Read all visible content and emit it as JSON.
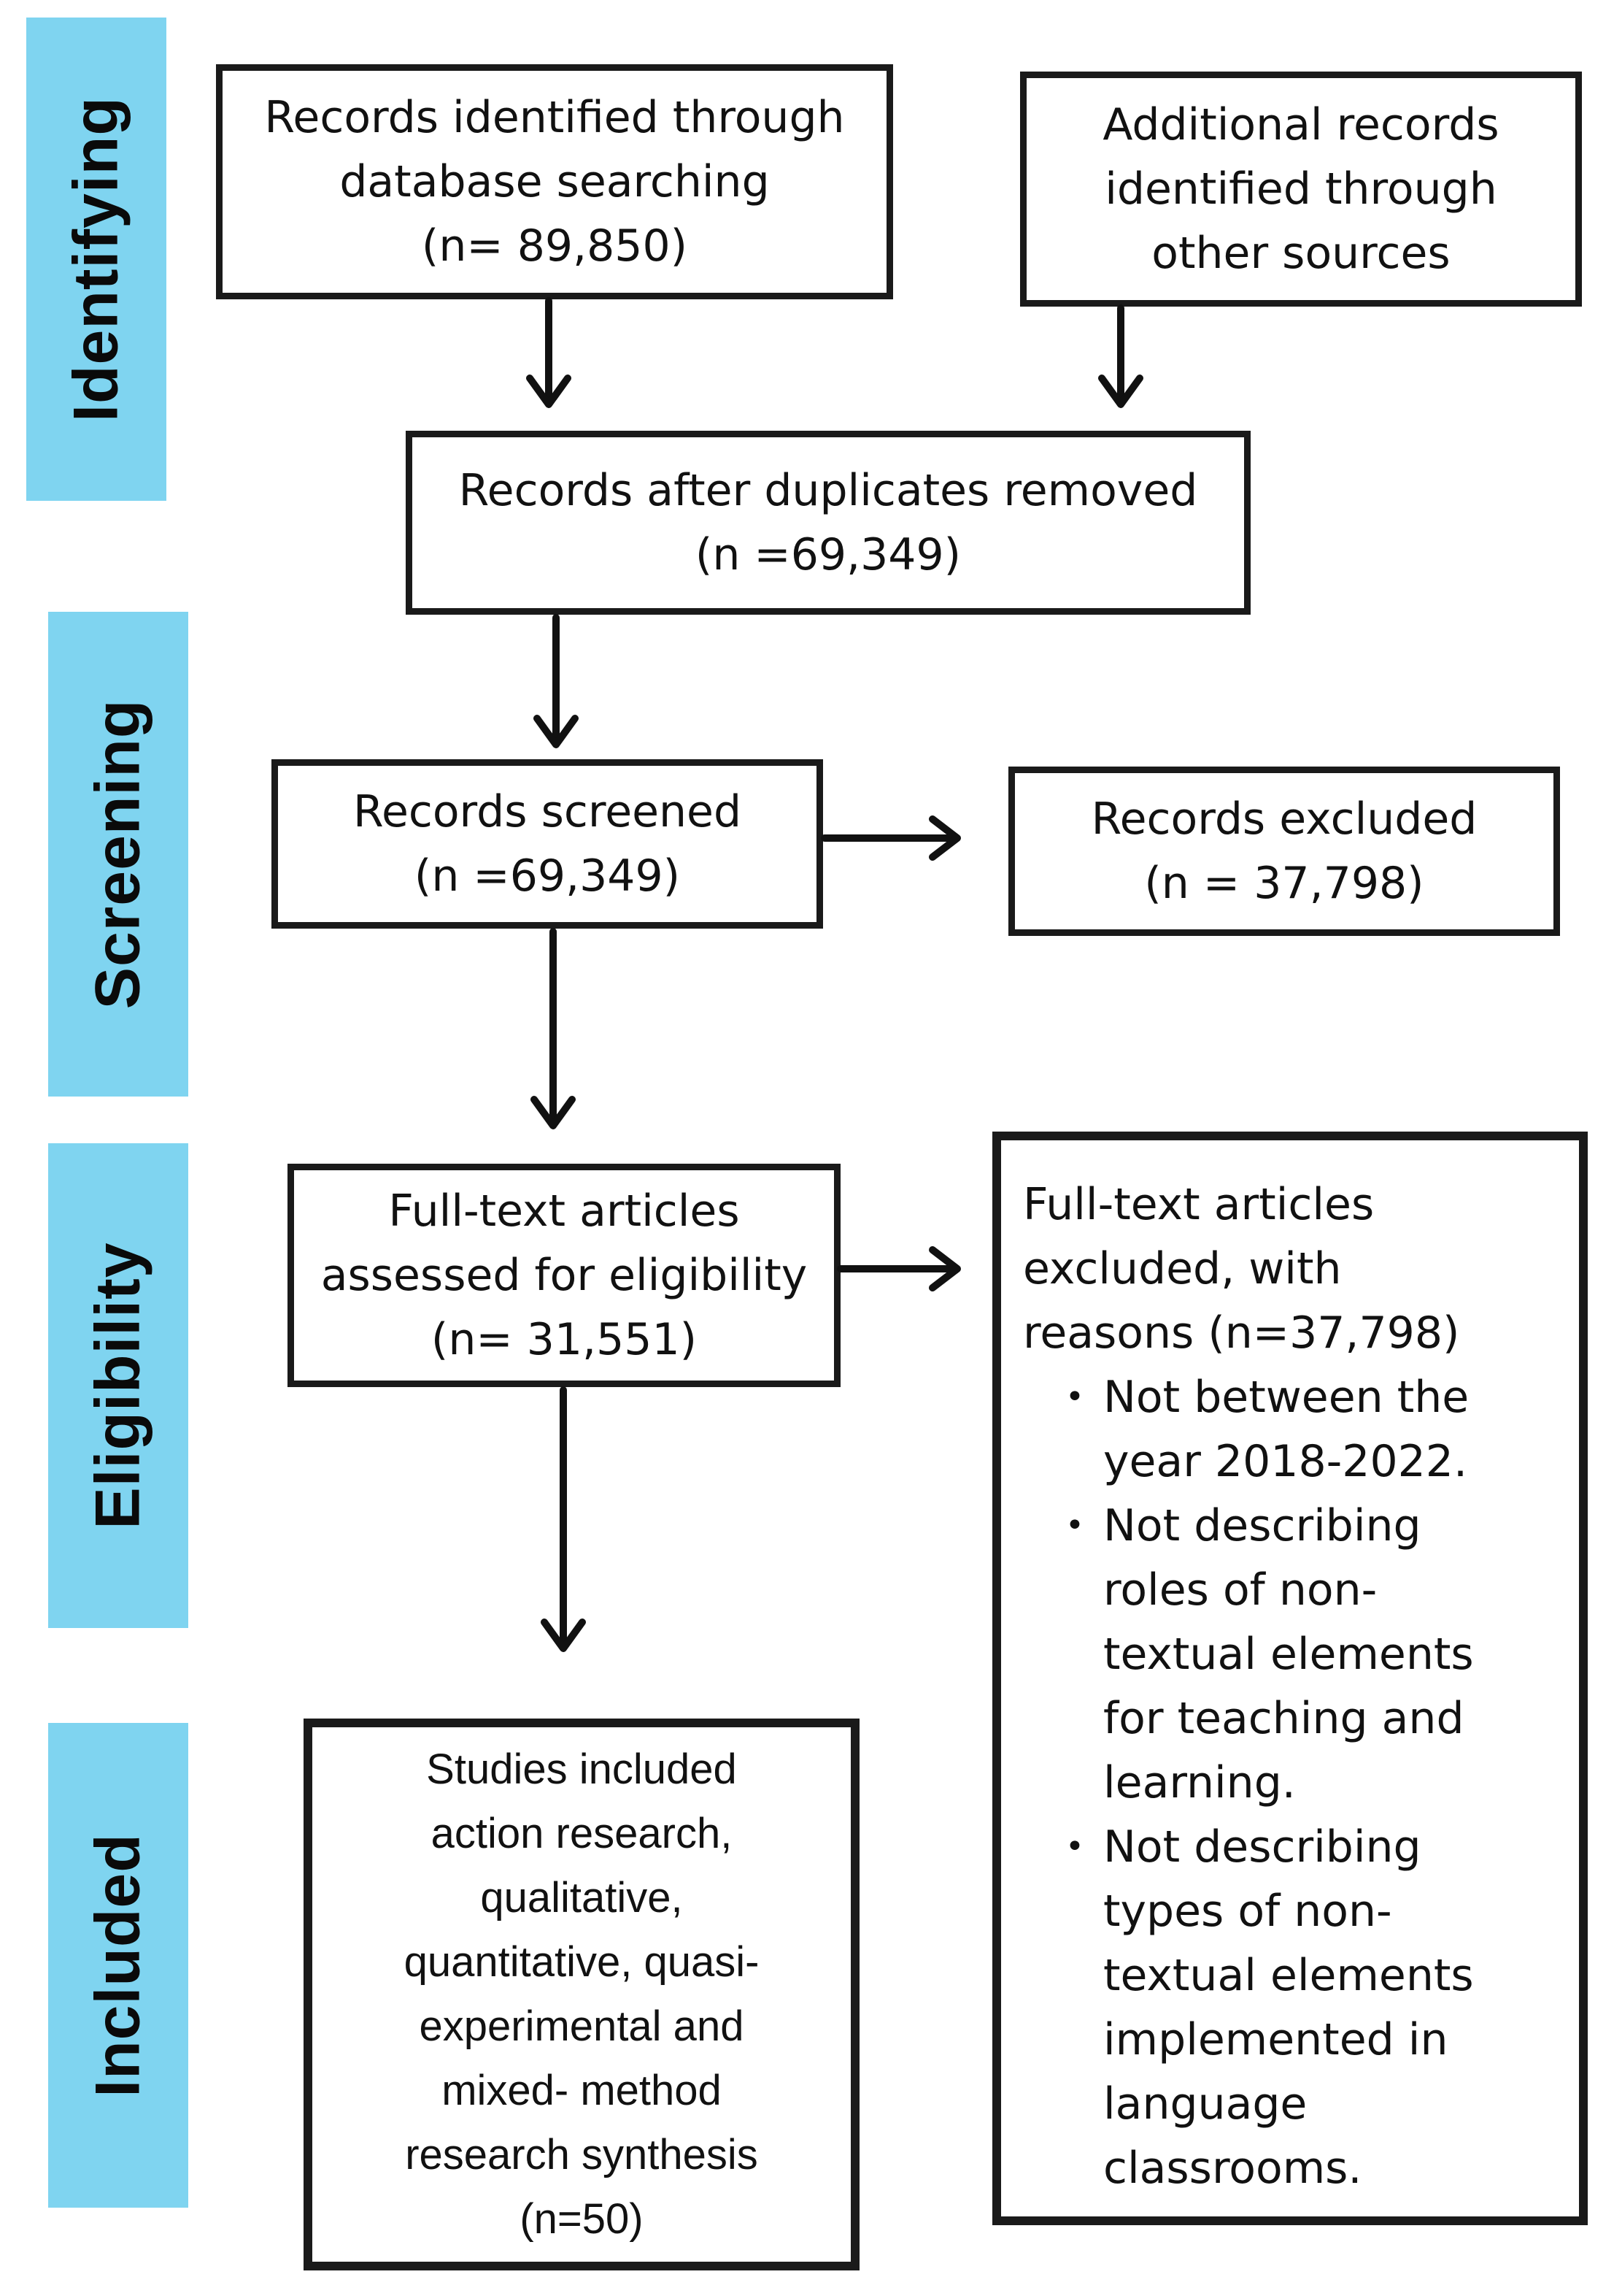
{
  "colors": {
    "stage_band": "#7fd4f0",
    "box_border": "#1a1a1a",
    "arrow": "#111111"
  },
  "stages": {
    "identifying": "Identifying",
    "screening": "Screening",
    "eligibility": "Eligibility",
    "included": "Included"
  },
  "boxes": {
    "database_search": "Records identified through\ndatabase searching\n(n= 89,850)",
    "other_sources": "Additional records\nidentified through\nother sources",
    "duplicates_removed": "Records after duplicates removed\n(n =69,349)",
    "screened": "Records screened\n(n =69,349)",
    "excluded": "Records excluded\n(n = 37,798)",
    "full_text_assessed": "Full-text articles\nassessed for eligibility\n(n= 31,551)",
    "full_text_excluded": {
      "heading": "Full-text articles\nexcluded, with\nreasons (n=37,798)",
      "reasons": [
        "Not between the\nyear 2018-2022.",
        "Not describing\nroles of non-\ntextual elements\nfor teaching and\nlearning.",
        "Not describing\ntypes of non-\ntextual elements\nimplemented in\nlanguage\nclassrooms."
      ]
    },
    "studies_included": "Studies included\naction research,\nqualitative,\nquantitative, quasi-\nexperimental and\nmixed- method\nresearch synthesis\n(n=50)"
  }
}
